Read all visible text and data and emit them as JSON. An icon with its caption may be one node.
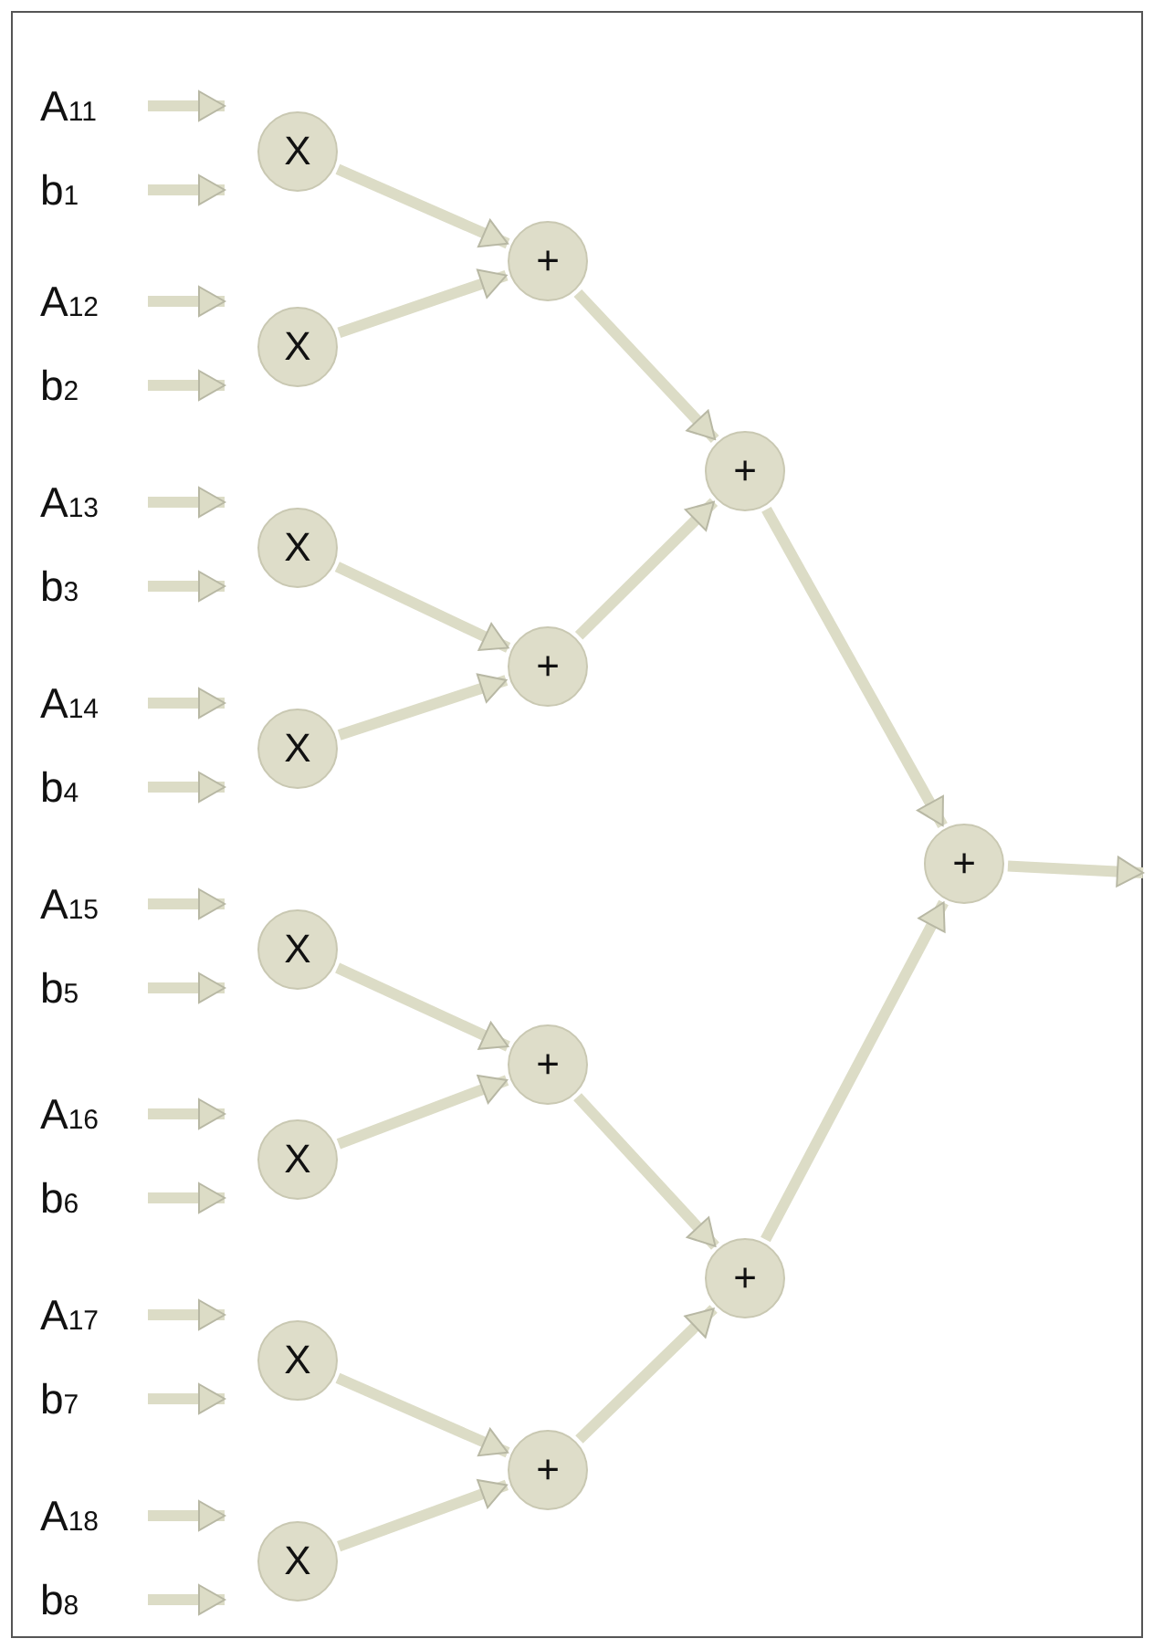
{
  "diagram": {
    "nodes": [
      {
        "text": [
          "A$_{11}$"
        ]
      },
      {
        "text": [
          "b$_{1}$"
        ]
      },
      {
        "text": [
          "X"
        ]
      },
      {
        "text": [
          "A$_{12}$"
        ]
      },
      {
        "text": [
          "b$_{2}$"
        ]
      },
      {
        "text": [
          "X"
        ]
      },
      {
        "text": [
          "A$_{13}$"
        ]
      },
      {
        "text": [
          "b$_{3}$"
        ]
      },
      {
        "text": [
          "X"
        ]
      },
      {
        "text": [
          "A$_{14}$"
        ]
      },
      {
        "text": [
          "b$_{4}$"
        ]
      },
      {
        "text": [
          "X"
        ]
      },
      {
        "text": [
          "A$_{15}$"
        ]
      },
      {
        "text": [
          "b$_{5}$"
        ]
      },
      {
        "text": [
          "X"
        ]
      },
      {
        "text": [
          "A$_{16}$"
        ]
      },
      {
        "text": [
          "b$_{6}$"
        ]
      },
      {
        "text": [
          "X"
        ]
      },
      {
        "text": [
          "A$_{17}$"
        ]
      },
      {
        "text": [
          "b$_{7}$"
        ]
      },
      {
        "text": [
          "X"
        ]
      },
      {
        "text": [
          "A$_{18}$"
        ]
      },
      {
        "text": [
          "b$_{8}$"
        ]
      },
      {
        "text": [
          "X"
        ]
      },
      {
        "text": [
          "+"
        ]
      },
      {
        "text": [
          "+"
        ]
      },
      {
        "text": [
          "+"
        ]
      },
      {
        "text": [
          "+"
        ]
      },
      {
        "text": [
          "+"
        ]
      },
      {
        "text": [
          "+"
        ]
      },
      {
        "text": [
          "+"
        ]
      }
    ],
    "edges": [
      {
        "from": 0,
        "to": 2,
        "arrow": "to"
      },
      {
        "from": 1,
        "to": 2,
        "arrow": "to"
      },
      {
        "from": 3,
        "to": 5,
        "arrow": "to"
      },
      {
        "from": 4,
        "to": 5,
        "arrow": "to"
      },
      {
        "from": 6,
        "to": 8,
        "arrow": "to"
      },
      {
        "from": 7,
        "to": 8,
        "arrow": "to"
      },
      {
        "from": 9,
        "to": 11,
        "arrow": "to"
      },
      {
        "from": 10,
        "to": 11,
        "arrow": "to"
      },
      {
        "from": 12,
        "to": 14,
        "arrow": "to"
      },
      {
        "from": 13,
        "to": 14,
        "arrow": "to"
      },
      {
        "from": 15,
        "to": 17,
        "arrow": "to"
      },
      {
        "from": 16,
        "to": 17,
        "arrow": "to"
      },
      {
        "from": 18,
        "to": 20,
        "arrow": "to"
      },
      {
        "from": 19,
        "to": 20,
        "arrow": "to"
      },
      {
        "from": 21,
        "to": 23,
        "arrow": "to"
      },
      {
        "from": 22,
        "to": 23,
        "arrow": "to"
      },
      {
        "from": 2,
        "to": 24,
        "arrow": "to"
      },
      {
        "from": 5,
        "to": 24,
        "arrow": "to"
      },
      {
        "from": 8,
        "to": 25,
        "arrow": "to"
      },
      {
        "from": 11,
        "to": 25,
        "arrow": "to"
      },
      {
        "from": 14,
        "to": 26,
        "arrow": "to"
      },
      {
        "from": 17,
        "to": 26,
        "arrow": "to"
      },
      {
        "from": 20,
        "to": 27,
        "arrow": "to"
      },
      {
        "from": 23,
        "to": 27,
        "arrow": "to"
      },
      {
        "from": 24,
        "to": 28,
        "arrow": "to"
      },
      {
        "from": 25,
        "to": 28,
        "arrow": "to"
      },
      {
        "from": 26,
        "to": 29,
        "arrow": "to"
      },
      {
        "from": 27,
        "to": 29,
        "arrow": "to"
      },
      {
        "from": 28,
        "to": 30,
        "arrow": "to"
      },
      {
        "from": 29,
        "to": 30,
        "arrow": "to"
      },
      {
        "from": 30,
        "to": null,
        "arrow": "to"
      }
    ]
  }
}
